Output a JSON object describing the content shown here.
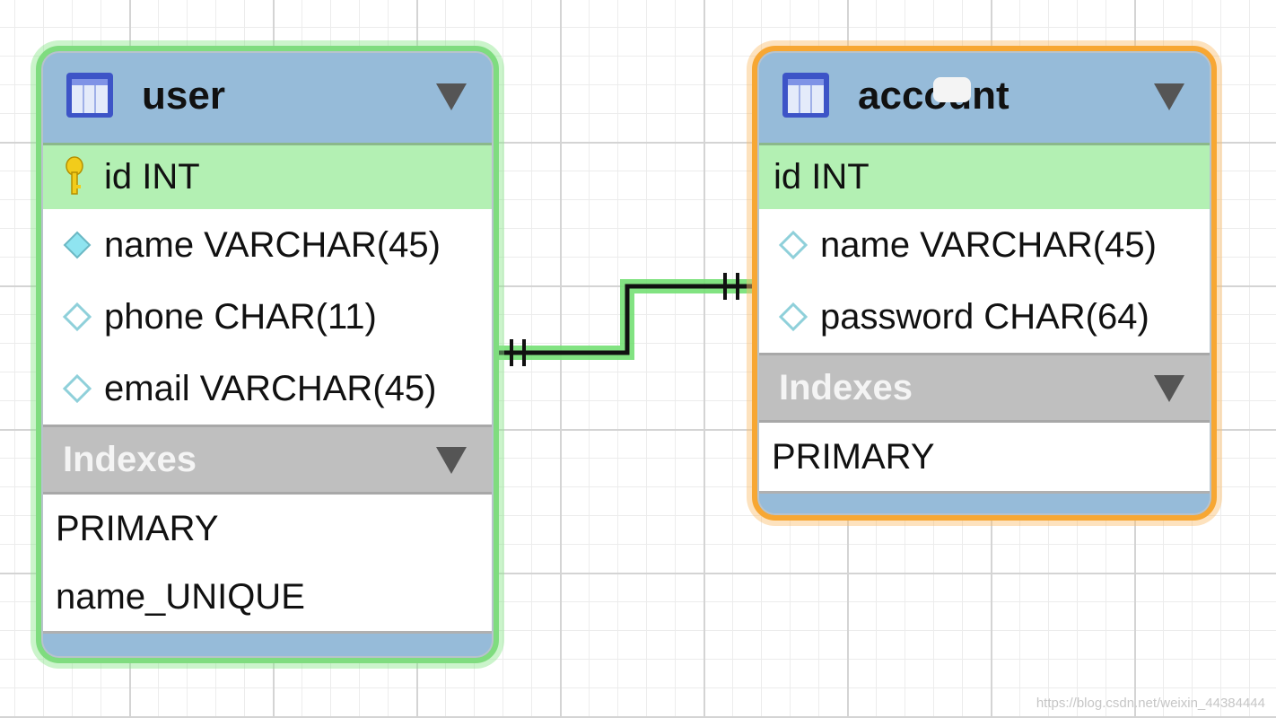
{
  "tables": {
    "user": {
      "title": "user",
      "columns": [
        {
          "label": "id INT",
          "kind": "primary-key"
        },
        {
          "label": "name VARCHAR(45)",
          "kind": "unique-filled"
        },
        {
          "label": "phone CHAR(11)",
          "kind": "column"
        },
        {
          "label": "email VARCHAR(45)",
          "kind": "column"
        }
      ],
      "indexes_label": "Indexes",
      "indexes": [
        "PRIMARY",
        "name_UNIQUE"
      ],
      "highlight_color": "#7fdc7f"
    },
    "account": {
      "title": "account",
      "columns": [
        {
          "label": "id INT",
          "kind": "primary-key-no-icon"
        },
        {
          "label": "name VARCHAR(45)",
          "kind": "column"
        },
        {
          "label": "password CHAR(64)",
          "kind": "column"
        }
      ],
      "indexes_label": "Indexes",
      "indexes": [
        "PRIMARY"
      ],
      "highlight_color": "#f7a733"
    }
  },
  "relationship": {
    "type": "one-to-one",
    "from": "user",
    "to": "account"
  },
  "colors": {
    "header": "#96bbd9",
    "primary_row": "#b3f0b3",
    "index_header": "#bfbfbf"
  },
  "watermark": "https://blog.csdn.net/weixin_44384444"
}
